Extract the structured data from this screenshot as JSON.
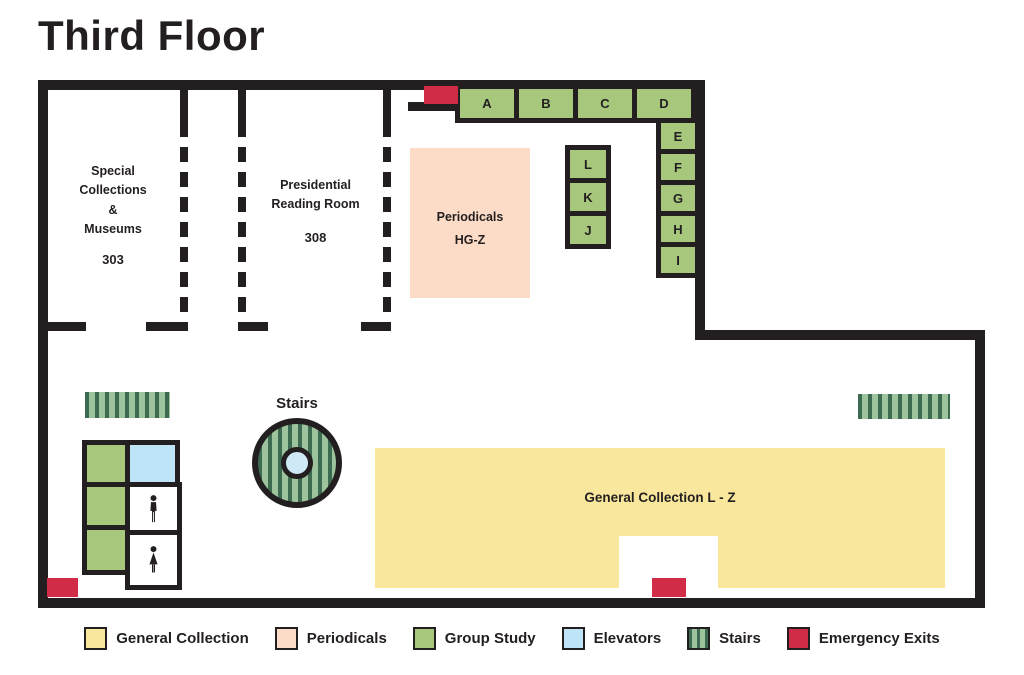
{
  "title": "Third Floor",
  "colors": {
    "wall": "#231f20",
    "general_collection": "#f8e79c",
    "periodicals": "#fcdcc6",
    "group_study": "#a7c87c",
    "elevators": "#bfe4f7",
    "stairs_light": "#9cc39b",
    "stairs_dark": "#3d6b52",
    "emergency_exit": "#d02c47"
  },
  "rooms": {
    "special_collections": {
      "name": "Special\nCollections\n&\nMuseums",
      "number": "303"
    },
    "presidential_reading_room": {
      "name": "Presidential\nReading Room",
      "number": "308"
    },
    "periodicals": {
      "name": "Periodicals\nHG-Z"
    },
    "general_collection": {
      "name": "General Collection L - Z"
    },
    "stairs": {
      "name": "Stairs"
    }
  },
  "group_study": {
    "top_row": [
      "A",
      "B",
      "C",
      "D"
    ],
    "right_column": [
      "E",
      "F",
      "G",
      "H",
      "I"
    ],
    "middle_column": [
      "L",
      "K",
      "J"
    ]
  },
  "legend": [
    {
      "label": "General Collection"
    },
    {
      "label": "Periodicals"
    },
    {
      "label": "Group Study"
    },
    {
      "label": "Elevators"
    },
    {
      "label": "Stairs"
    },
    {
      "label": "Emergency Exits"
    }
  ]
}
